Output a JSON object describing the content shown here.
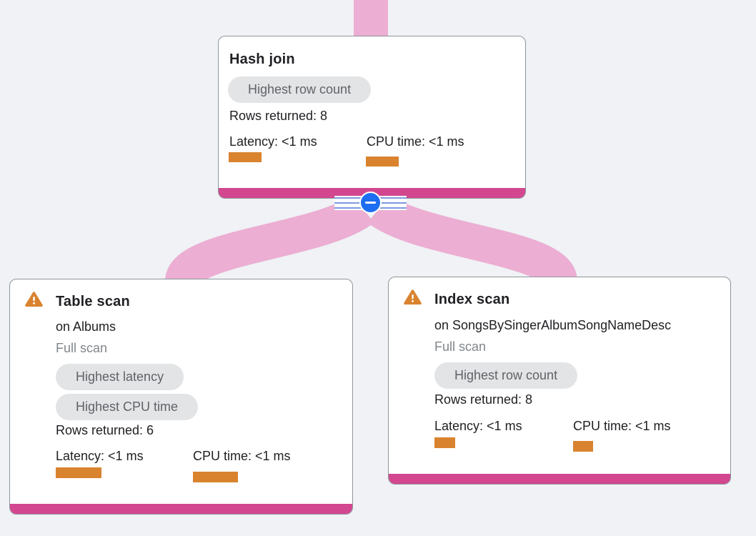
{
  "plan": {
    "nodes": {
      "hash_join": {
        "title": "Hash join",
        "badges": [
          "Highest row count"
        ],
        "rows_returned": "Rows returned: 8",
        "latency": "Latency: <1 ms",
        "cpu_time": "CPU time: <1 ms",
        "latency_bar_width": 46,
        "cpu_bar_width": 46
      },
      "table_scan": {
        "title": "Table scan",
        "target": "on Albums",
        "scan_mode": "Full scan",
        "badges": [
          "Highest latency",
          "Highest CPU time"
        ],
        "rows_returned": "Rows returned: 6",
        "latency": "Latency: <1 ms",
        "cpu_time": "CPU time: <1 ms",
        "latency_bar_width": 64,
        "cpu_bar_width": 63,
        "warning": "warning-triangle"
      },
      "index_scan": {
        "title": "Index scan",
        "target": "on SongsBySingerAlbumSongNameDesc",
        "scan_mode": "Full scan",
        "badges": [
          "Highest row count"
        ],
        "rows_returned": "Rows returned: 8",
        "latency": "Latency: <1 ms",
        "cpu_time": "CPU time: <1 ms",
        "latency_bar_width": 29,
        "cpu_bar_width": 28,
        "warning": "warning-triangle"
      }
    },
    "collapse_control": {
      "glyph": "minus",
      "meaning": "collapse-children"
    },
    "colors": {
      "background": "#f0f2f5",
      "edge_pink": "#ecaed3",
      "node_footer_magenta": "#d2478f",
      "metric_bar_orange": "#d9832f",
      "warning_orange": "#d9832f",
      "collapse_blue": "#1e6ef2",
      "badge_bg": "#e3e4e6",
      "badge_text": "#5f6368",
      "card_border": "#8f969c"
    }
  }
}
